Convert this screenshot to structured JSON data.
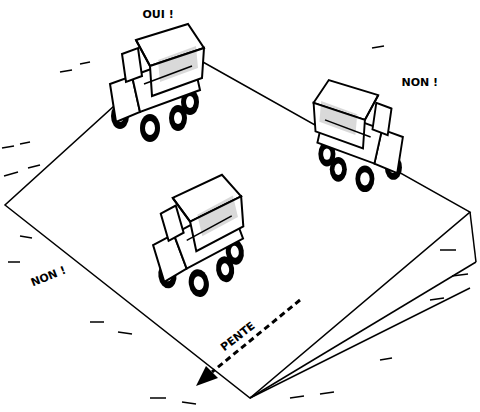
{
  "diagram": {
    "labels": [
      "OUI !",
      "NON !",
      "NON !",
      "PENTE"
    ]
  }
}
